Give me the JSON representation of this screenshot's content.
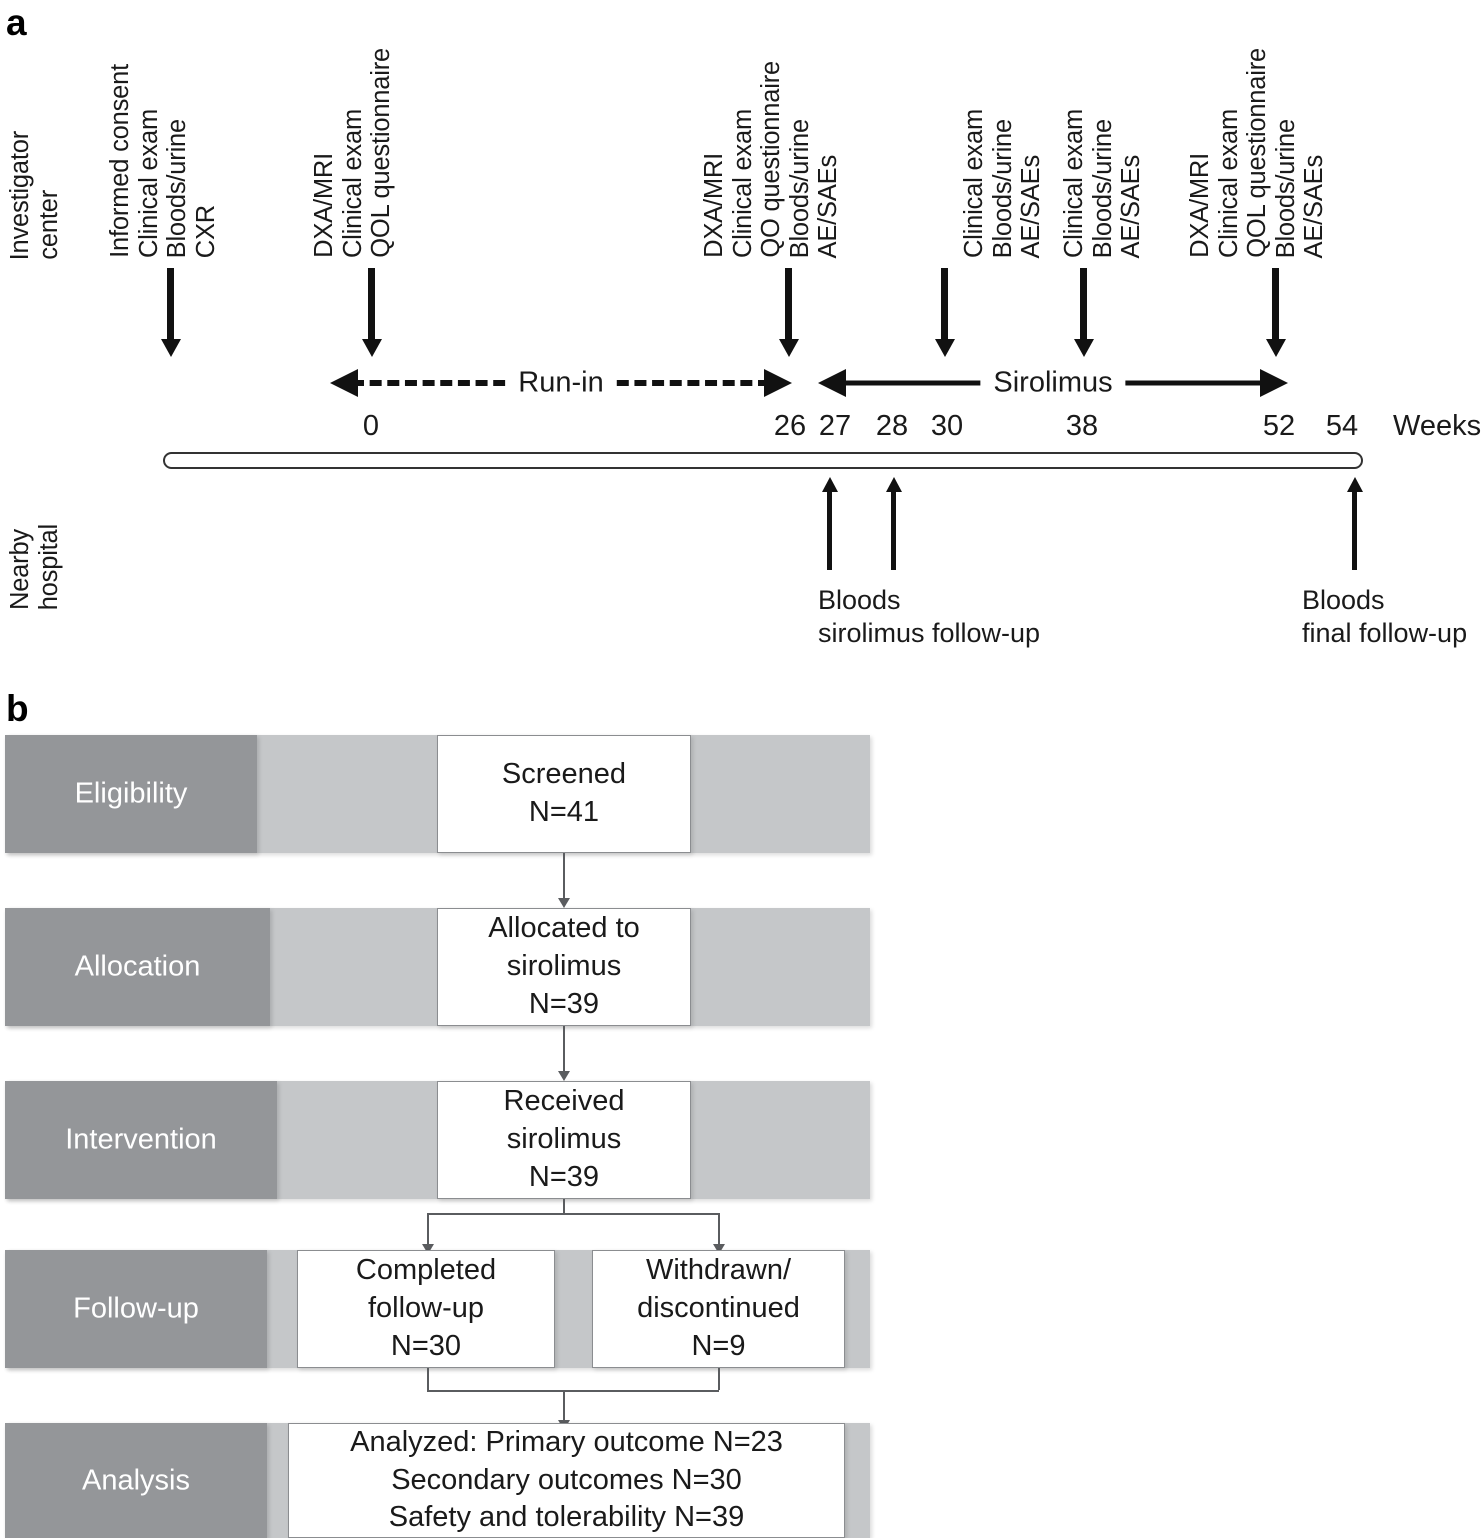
{
  "figure": {
    "panel_a_letter": "a",
    "panel_b_letter": "b"
  },
  "panel_a": {
    "axis_labels": {
      "investigator": [
        "Investigator",
        "center"
      ],
      "hospital": [
        "Nearby",
        "hospital"
      ]
    },
    "weeks_axis_label": "Weeks",
    "week_ticks": [
      "0",
      "26",
      "27",
      "28",
      "30",
      "38",
      "52",
      "54"
    ],
    "phases": [
      {
        "name": "Run-in",
        "style": "dashed",
        "from_week": "0",
        "to_week": "26"
      },
      {
        "name": "Sirolimus",
        "style": "solid",
        "from_week": "27",
        "to_week": "52"
      }
    ],
    "visit_events": [
      {
        "id": "screening",
        "week": "",
        "assessments": [
          "Informed consent",
          "Clinical exam",
          "Bloods/urine",
          "CXR"
        ]
      },
      {
        "id": "baseline",
        "week": "0",
        "assessments": [
          "DXA/MRI",
          "Clinical exam",
          "QOL questionnaire"
        ]
      },
      {
        "id": "week26",
        "week": "26",
        "assessments": [
          "DXA/MRI",
          "Clinical exam",
          "QO questionnaire",
          "Bloods/urine",
          "AE/SAEs"
        ]
      },
      {
        "id": "week30",
        "week": "30",
        "assessments": [
          "Clinical exam",
          "Bloods/urine",
          "AE/SAEs"
        ]
      },
      {
        "id": "week38",
        "week": "38",
        "assessments": [
          "Clinical exam",
          "Bloods/urine",
          "AE/SAEs"
        ]
      },
      {
        "id": "week52",
        "week": "52",
        "assessments": [
          "DXA/MRI",
          "Clinical exam",
          "QOL questionnaire",
          "Bloods/urine",
          "AE/SAEs"
        ]
      }
    ],
    "hospital_visits": [
      {
        "id": "sirolimus-followup",
        "lines": [
          "Bloods",
          "sirolimus follow-up"
        ]
      },
      {
        "id": "final-followup",
        "lines": [
          "Bloods",
          "final follow-up"
        ]
      }
    ]
  },
  "panel_b": {
    "stages": [
      {
        "id": "eligibility",
        "label": "Eligibility"
      },
      {
        "id": "allocation",
        "label": "Allocation"
      },
      {
        "id": "intervention",
        "label": "Intervention"
      },
      {
        "id": "followup",
        "label": "Follow-up"
      },
      {
        "id": "analysis",
        "label": "Analysis"
      }
    ],
    "nodes": {
      "screened": {
        "lines": [
          "Screened",
          "N=41"
        ],
        "n": 41
      },
      "allocated": {
        "lines": [
          "Allocated to",
          "sirolimus",
          "N=39"
        ],
        "n": 39
      },
      "received": {
        "lines": [
          "Received",
          "sirolimus",
          "N=39"
        ],
        "n": 39
      },
      "completed": {
        "lines": [
          "Completed",
          "follow-up",
          "N=30"
        ],
        "n": 30
      },
      "withdrawn": {
        "lines": [
          "Withdrawn/",
          "discontinued",
          "N=9"
        ],
        "n": 9
      },
      "analyzed": {
        "lines": [
          "Analyzed: Primary outcome N=23",
          "Secondary outcomes N=30",
          "Safety and tolerability N=39"
        ],
        "primary_n": 23,
        "secondary_n": 30,
        "safety_n": 39
      }
    },
    "colors": {
      "stage_band": "#949699",
      "spacer_band": "#c5c7c9",
      "node_fill": "#ffffff",
      "node_border": "#8b8d90",
      "connector": "#5a5c5f"
    }
  }
}
